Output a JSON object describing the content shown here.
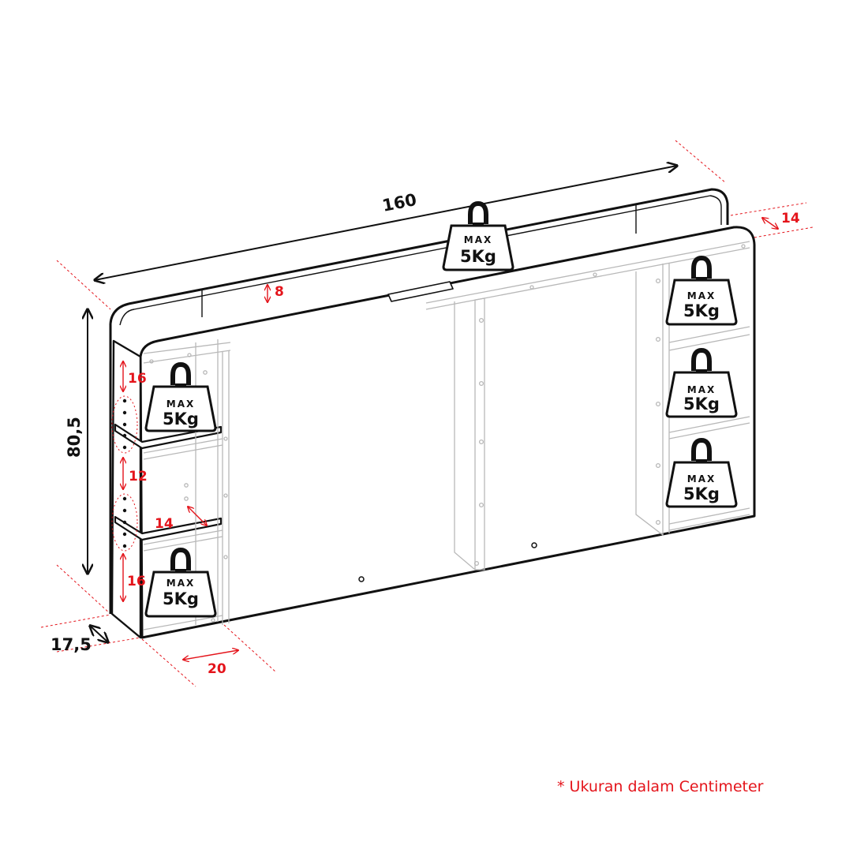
{
  "colors": {
    "outline": "#111111",
    "light_line": "#b8b8b8",
    "accent_red": "#e4141b",
    "background": "#ffffff"
  },
  "dimensions": {
    "width": "160",
    "height": "80,5",
    "depth": "17,5",
    "top_lip": "8",
    "right_side_depth": "14",
    "bottom_depth": "20",
    "left_shelf_gap_top": "16",
    "left_shelf_gap_middle": "12",
    "left_shelf_gap_bottom": "16",
    "left_shelf_depth": "14"
  },
  "weight_label": {
    "max": "MAX",
    "load": "5Kg"
  },
  "footnote": "* Ukuran dalam Centimeter"
}
